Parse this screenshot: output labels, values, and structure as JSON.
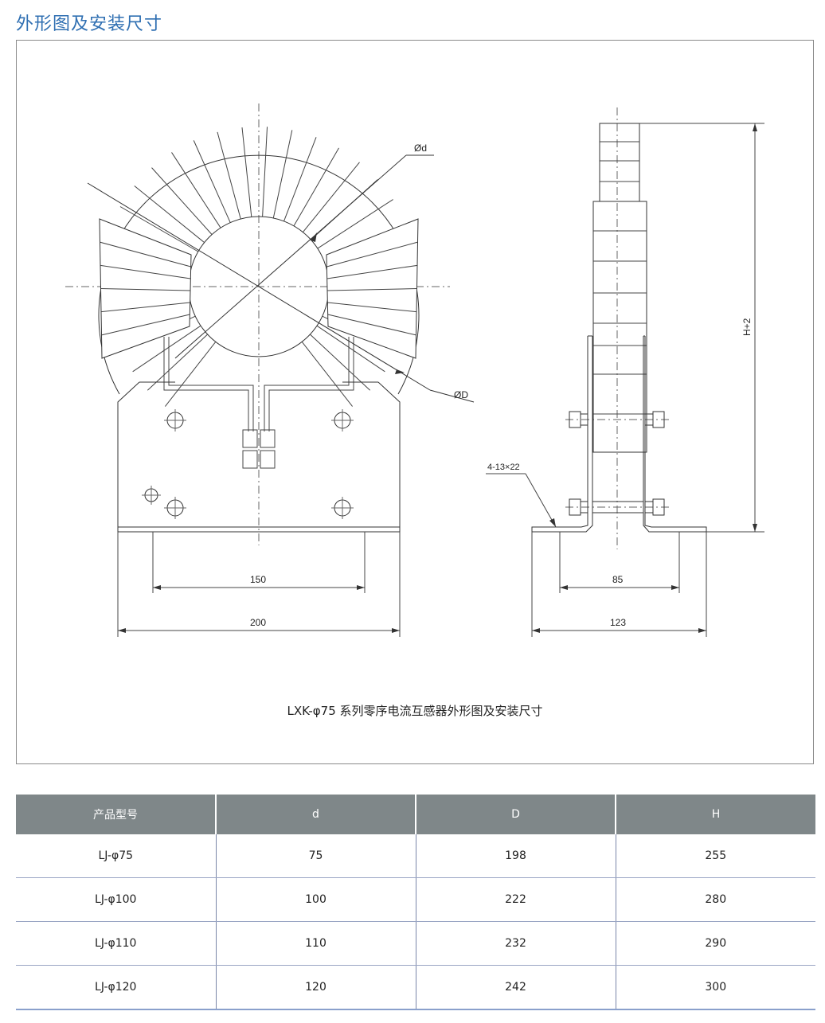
{
  "page_title": "外形图及安装尺寸",
  "drawing": {
    "caption": "LXK-φ75 系列零序电流互感器外形图及安装尺寸",
    "labels": {
      "inner_dia": "Ød",
      "outer_dia": "ØD",
      "height": "H+2",
      "holes": "4-13×22",
      "front_hole_spacing": "150",
      "front_base_width": "200",
      "side_hole_spacing": "85",
      "side_base_width": "123"
    }
  },
  "table": {
    "headers": [
      "产品型号",
      "d",
      "D",
      "H"
    ],
    "rows": [
      [
        "LJ-φ75",
        "75",
        "198",
        "255"
      ],
      [
        "LJ-φ100",
        "100",
        "222",
        "280"
      ],
      [
        "LJ-φ110",
        "110",
        "232",
        "290"
      ],
      [
        "LJ-φ120",
        "120",
        "242",
        "300"
      ]
    ]
  }
}
